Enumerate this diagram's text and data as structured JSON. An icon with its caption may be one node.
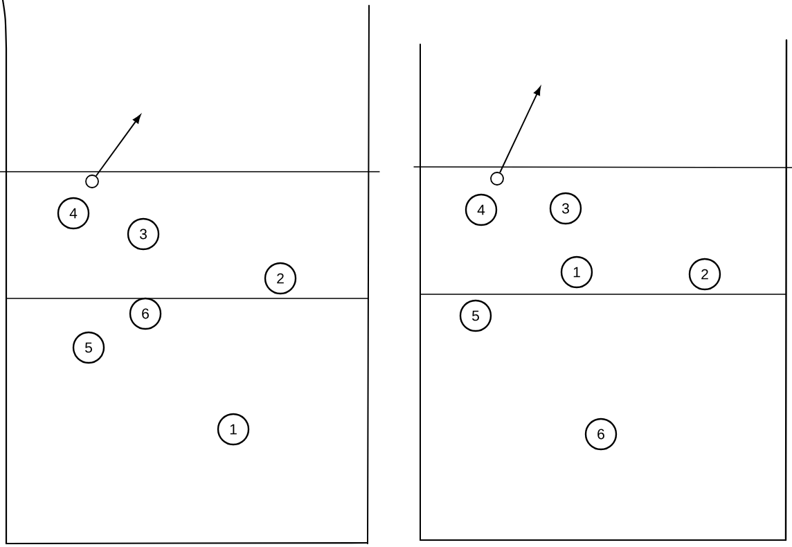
{
  "diagram": {
    "nodes": [
      {
        "text": [],
        "shape": "circle"
      },
      {
        "text": [
          "4"
        ]
      },
      {
        "text": [
          "3"
        ]
      },
      {
        "text": [
          "2"
        ]
      },
      {
        "text": [
          "6"
        ]
      },
      {
        "text": [
          "5"
        ]
      },
      {
        "text": [
          "1"
        ]
      },
      {
        "text": [],
        "shape": "circle"
      },
      {
        "text": [
          "4"
        ]
      },
      {
        "text": [
          "3"
        ]
      },
      {
        "text": [
          "1"
        ]
      },
      {
        "text": [
          "2"
        ]
      },
      {
        "text": [
          "5"
        ]
      },
      {
        "text": [
          "6"
        ]
      }
    ],
    "edges": [
      {
        "from": 0,
        "to": null,
        "arrow": "to"
      },
      {
        "from": 7,
        "to": null,
        "arrow": "to"
      }
    ]
  }
}
